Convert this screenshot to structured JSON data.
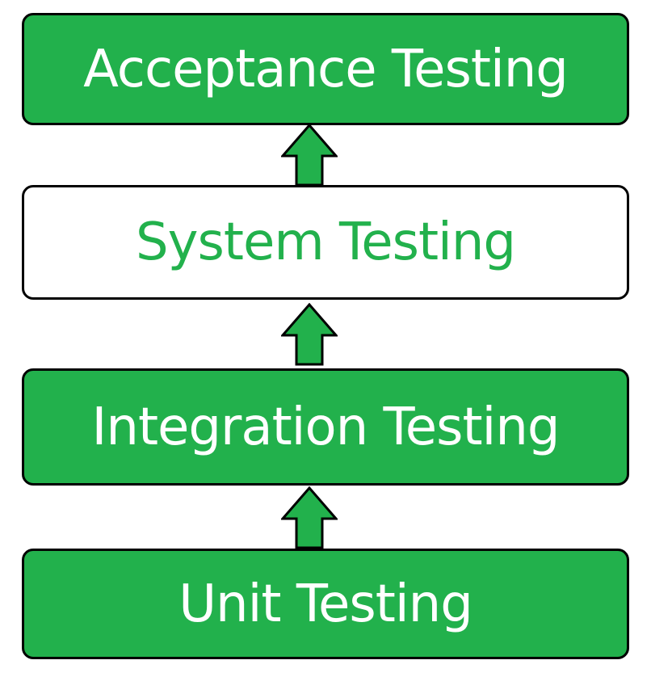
{
  "colors": {
    "green": "#22b14c",
    "white": "#ffffff",
    "border": "#000000"
  },
  "levels": [
    {
      "label": "Acceptance Testing",
      "style": "filled"
    },
    {
      "label": "System Testing",
      "style": "outlined"
    },
    {
      "label": "Integration Testing",
      "style": "filled"
    },
    {
      "label": "Unit Testing",
      "style": "filled"
    }
  ],
  "arrows": [
    {
      "icon": "arrow-up-icon",
      "from": "System Testing",
      "to": "Acceptance Testing"
    },
    {
      "icon": "arrow-up-icon",
      "from": "Integration Testing",
      "to": "System Testing"
    },
    {
      "icon": "arrow-up-icon",
      "from": "Unit Testing",
      "to": "Integration Testing"
    }
  ]
}
